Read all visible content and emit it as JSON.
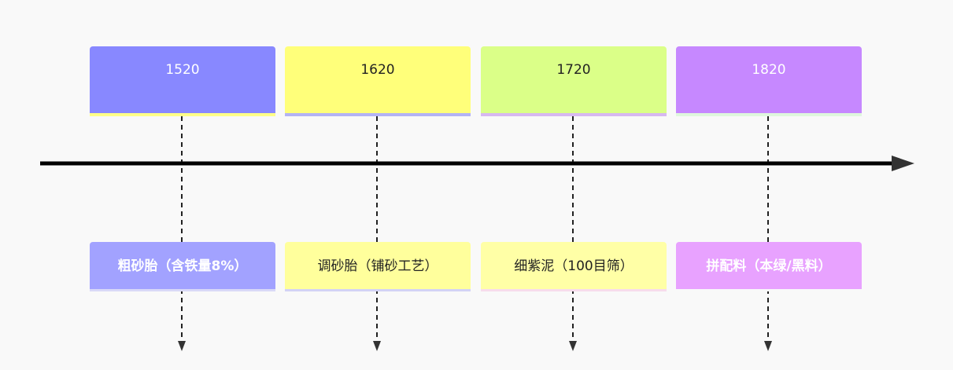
{
  "periods": [
    {
      "year": "1520",
      "color": "#8888ff",
      "underline": "#ffff88",
      "text_color": "light"
    },
    {
      "year": "1620",
      "color": "#ffff7a",
      "underline": "#b3b3f5",
      "text_color": "dark"
    },
    {
      "year": "1720",
      "color": "#dbff88",
      "underline": "#d7b8f0",
      "text_color": "dark"
    },
    {
      "year": "1820",
      "color": "#c688ff",
      "underline": "#dff7dd",
      "text_color": "light"
    }
  ],
  "events": [
    {
      "label": "粗砂胎（含铁量8%）",
      "color": "#a2a2ff",
      "underline": "#d9d9f7",
      "text_color": "light",
      "bold": true
    },
    {
      "label": "调砂胎（铺砂工艺）",
      "color": "#ffff9c",
      "underline": "#d3d3f5",
      "text_color": "dark",
      "bold": false
    },
    {
      "label": "细紫泥（100目筛）",
      "color": "#ffffa6",
      "underline": "#f7dcec",
      "text_color": "dark",
      "bold": false
    },
    {
      "label": "拼配料（本绿/黑料）",
      "color": "#e8a2ff",
      "underline": "#f9f9f9",
      "text_color": "light",
      "bold": true
    }
  ],
  "colors": {
    "axis": "#000000",
    "connector": "#222222",
    "background": "#f9f9f9"
  },
  "icons": {
    "axis_arrow": "right-arrowhead-icon",
    "connector_arrow": "down-arrowhead-icon"
  }
}
